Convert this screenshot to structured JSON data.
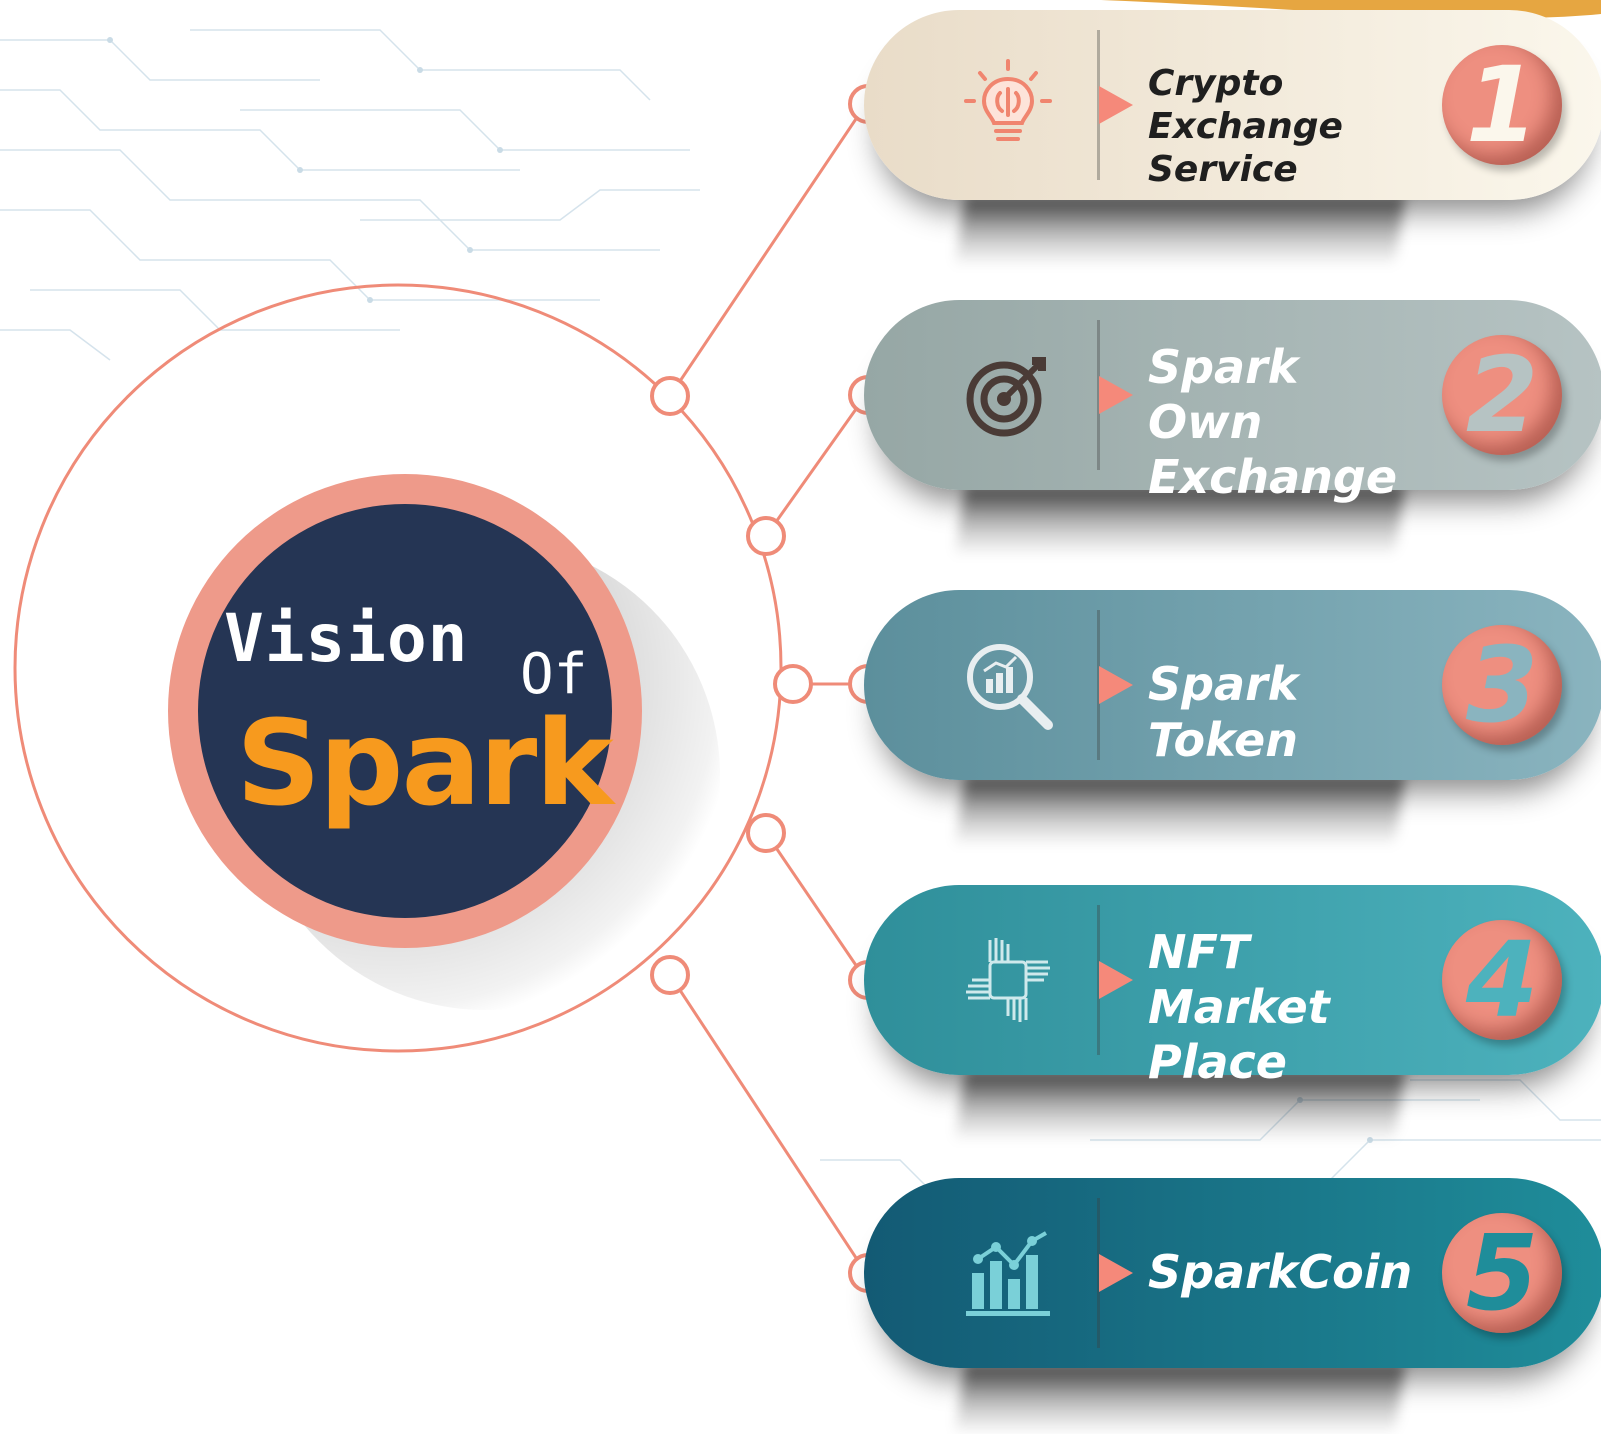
{
  "hub": {
    "line1": "Vision",
    "line2": "Of",
    "line3": "Spark",
    "colors": {
      "core": "#253554",
      "ring": "#ee9a8a",
      "accent": "#f79a1e",
      "connector": "#ef8b78"
    }
  },
  "items": [
    {
      "number": "1",
      "title_lines": [
        "Crypto Exchange",
        "Service"
      ],
      "icon": "lightbulb-brain-icon",
      "gradient": [
        "#e9dcc8",
        "#fbf7ec"
      ],
      "text_color": "#1f1f1f"
    },
    {
      "number": "2",
      "title_lines": [
        "Spark Own",
        "Exchange"
      ],
      "icon": "target-icon",
      "gradient": [
        "#96a7a5",
        "#b6c3c3"
      ],
      "text_color": "#ffffff"
    },
    {
      "number": "3",
      "title_lines": [
        "Spark Token"
      ],
      "icon": "chart-magnifier-icon",
      "gradient": [
        "#5c8f9c",
        "#8ab4bf"
      ],
      "text_color": "#ffffff"
    },
    {
      "number": "4",
      "title_lines": [
        "NFT Market",
        "Place"
      ],
      "icon": "hands-teamwork-icon",
      "gradient": [
        "#2f8f9a",
        "#4db2bd"
      ],
      "text_color": "#ffffff"
    },
    {
      "number": "5",
      "title_lines": [
        "SparkCoin"
      ],
      "icon": "bar-chart-trend-icon",
      "gradient": [
        "#135a74",
        "#1f8d9a"
      ],
      "text_color": "#ffffff"
    }
  ]
}
